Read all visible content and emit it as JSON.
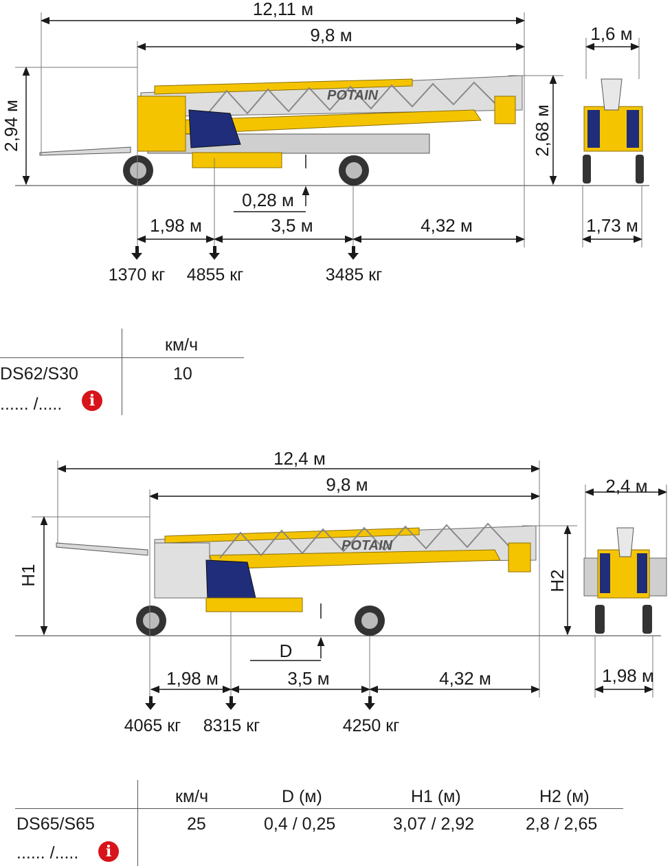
{
  "colors": {
    "yellow": "#f5c400",
    "steel": "#c8c8c8",
    "navy": "#1f2d7a",
    "info": "#d7141a"
  },
  "brand": "POTAIN",
  "top_diagram": {
    "overall_length": "12,11 м",
    "jib_length": "9,8 м",
    "height_left": "2,94 м",
    "height_right": "2,68 м",
    "ground_clearance": "0,28 м",
    "width_top": "1,6 м",
    "width_bottom": "1,73 м",
    "spans": [
      "1,98 м",
      "3,5 м",
      "4,32 м"
    ],
    "loads": [
      "1370 кг",
      "4855 кг",
      "3485 кг"
    ]
  },
  "top_table": {
    "header": "км/ч",
    "row_model": "DS62/S30",
    "row_value": "10",
    "row_placeholder": "...... /....."
  },
  "bottom_diagram": {
    "overall_length": "12,4 м",
    "jib_length": "9,8 м",
    "height_left": "H1",
    "height_right": "H2",
    "ground_clearance": "D",
    "width_top": "2,4 м",
    "width_bottom": "1,98 м",
    "spans": [
      "1,98 м",
      "3,5 м",
      "4,32 м"
    ],
    "loads": [
      "4065 кг",
      "8315 кг",
      "4250 кг"
    ]
  },
  "bottom_table": {
    "headers": [
      "км/ч",
      "D (м)",
      "H1 (м)",
      "H2 (м)"
    ],
    "row_model": "DS65/S65",
    "row_values": [
      "25",
      "0,4 / 0,25",
      "3,07 / 2,92",
      "2,8 / 2,65"
    ],
    "row_placeholder": "...... /....."
  }
}
